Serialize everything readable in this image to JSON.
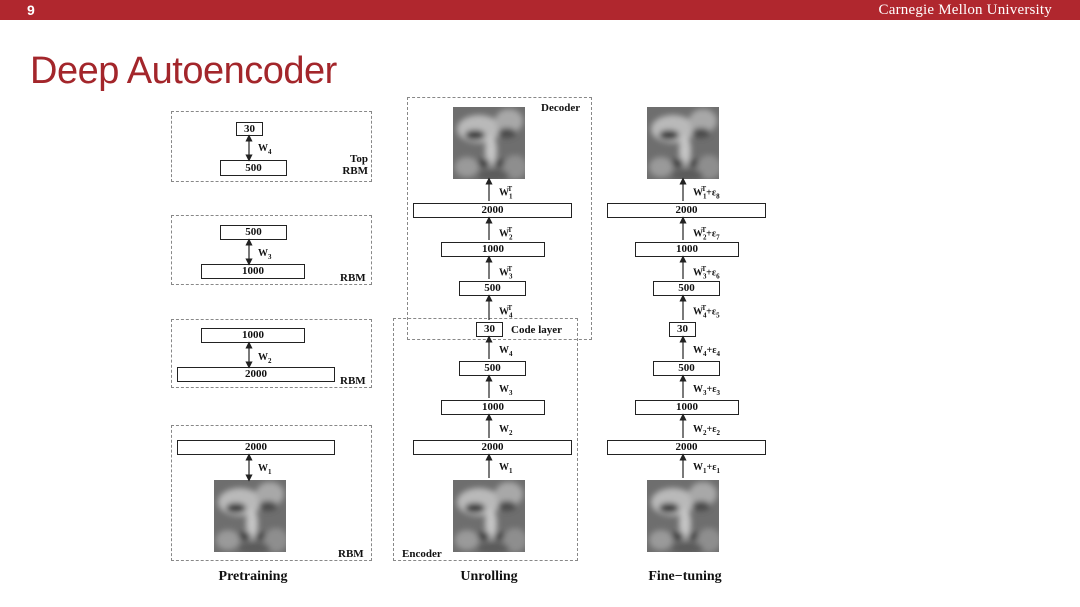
{
  "header": {
    "page_number": "9",
    "university": "Carnegie Mellon University",
    "brand_color": "#b0272e"
  },
  "title": "Deep Autoencoder",
  "pretraining": {
    "caption": "Pretraining",
    "top_rbm": {
      "label": "Top\nRBM",
      "upper": "30",
      "lower": "500",
      "weight": "W",
      "weight_sub": "4"
    },
    "rbm3": {
      "label": "RBM",
      "upper": "500",
      "lower": "1000",
      "weight": "W",
      "weight_sub": "3"
    },
    "rbm2": {
      "label": "RBM",
      "upper": "1000",
      "lower": "2000",
      "weight": "W",
      "weight_sub": "2"
    },
    "rbm1": {
      "label": "RBM",
      "upper": "2000",
      "weight": "W",
      "weight_sub": "1"
    }
  },
  "unrolling": {
    "caption": "Unrolling",
    "decoder_label": "Decoder",
    "encoder_label": "Encoder",
    "code_layer_label": "Code layer",
    "layers": [
      "2000",
      "1000",
      "500",
      "30",
      "500",
      "1000",
      "2000"
    ],
    "weights": [
      {
        "w": "W",
        "sub": "1",
        "sup": "T"
      },
      {
        "w": "W",
        "sub": "2",
        "sup": "T"
      },
      {
        "w": "W",
        "sub": "3",
        "sup": "T"
      },
      {
        "w": "W",
        "sub": "4",
        "sup": "T"
      },
      {
        "w": "W",
        "sub": "4",
        "sup": ""
      },
      {
        "w": "W",
        "sub": "3",
        "sup": ""
      },
      {
        "w": "W",
        "sub": "2",
        "sup": ""
      },
      {
        "w": "W",
        "sub": "1",
        "sup": ""
      }
    ]
  },
  "finetuning": {
    "caption": "Fine−tuning",
    "layers": [
      "2000",
      "1000",
      "500",
      "30",
      "500",
      "1000",
      "2000"
    ],
    "weights": [
      {
        "w": "W",
        "sub": "1",
        "sup": "T",
        "eps": "+ε",
        "eps_sub": "8"
      },
      {
        "w": "W",
        "sub": "2",
        "sup": "T",
        "eps": "+ε",
        "eps_sub": "7"
      },
      {
        "w": "W",
        "sub": "3",
        "sup": "T",
        "eps": "+ε",
        "eps_sub": "6"
      },
      {
        "w": "W",
        "sub": "4",
        "sup": "T",
        "eps": "+ε",
        "eps_sub": "5"
      },
      {
        "w": "W",
        "sub": "4",
        "sup": "",
        "eps": "+ε",
        "eps_sub": "4"
      },
      {
        "w": "W",
        "sub": "3",
        "sup": "",
        "eps": "+ε",
        "eps_sub": "3"
      },
      {
        "w": "W",
        "sub": "2",
        "sup": "",
        "eps": "+ε",
        "eps_sub": "2"
      },
      {
        "w": "W",
        "sub": "1",
        "sup": "",
        "eps": "+ε",
        "eps_sub": "1"
      }
    ]
  }
}
